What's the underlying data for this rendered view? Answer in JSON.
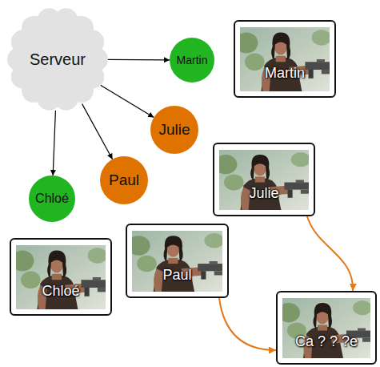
{
  "diagram": {
    "nodes": [
      {
        "text": [
          "Serveur"
        ]
      },
      {
        "text": [
          "Martin"
        ]
      },
      {
        "text": [
          "Martin"
        ]
      },
      {
        "text": [
          "Julie"
        ]
      },
      {
        "text": [
          "Julie"
        ]
      },
      {
        "text": [
          "Paul"
        ]
      },
      {
        "text": [
          "Chloé"
        ]
      },
      {
        "text": [
          "Chloé"
        ]
      },
      {
        "text": [
          "Paul"
        ]
      },
      {
        "text": [
          "Ca ? ? ?e"
        ]
      }
    ],
    "edges": [
      {
        "from": 0,
        "to": 1,
        "arrow": "to"
      },
      {
        "from": 0,
        "to": 3,
        "arrow": "to"
      },
      {
        "from": 0,
        "to": 5,
        "arrow": "to"
      },
      {
        "from": 0,
        "to": 6,
        "arrow": "to"
      },
      {
        "from": 4,
        "to": 9,
        "arrow": "to"
      },
      {
        "from": 8,
        "to": 9,
        "arrow": "to"
      }
    ]
  }
}
